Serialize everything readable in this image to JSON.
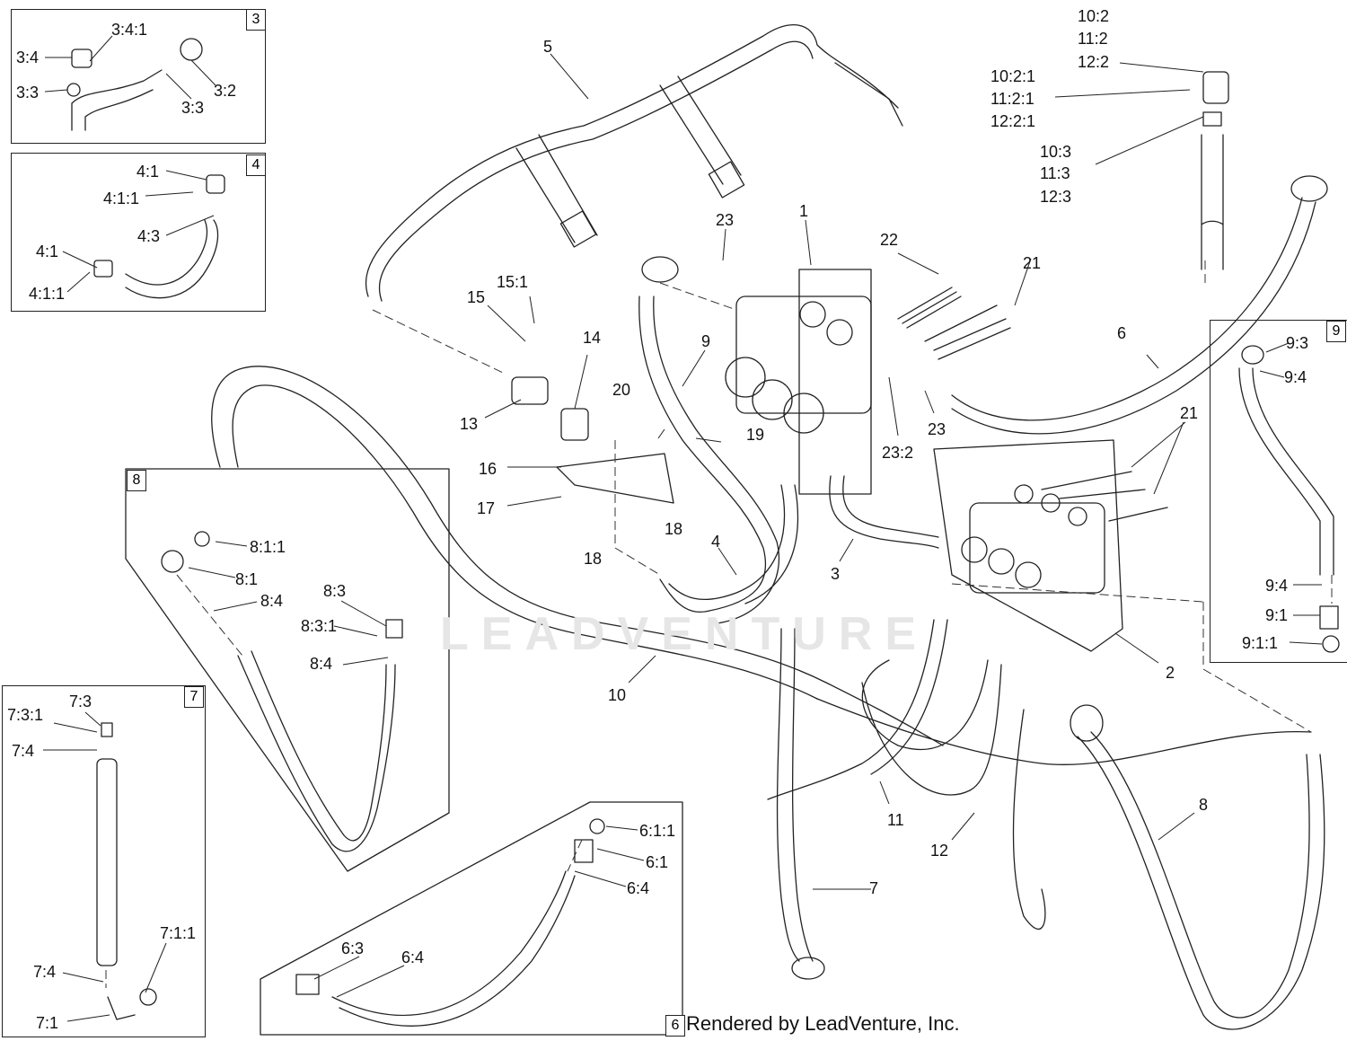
{
  "inset_numbers": {
    "b3": "3",
    "b4": "4",
    "b7": "7",
    "b8": "8",
    "b9": "9",
    "b6": "6"
  },
  "watermark": "LEADVENTURE",
  "credit": "Rendered by LeadVenture, Inc.",
  "labels": {
    "l1": "1",
    "l2": "2",
    "l3": "3",
    "l4": "4",
    "l5": "5",
    "l6": "6",
    "l7": "7",
    "l8": "8",
    "l9": "9",
    "l10": "10",
    "l11": "11",
    "l12": "12",
    "l13": "13",
    "l14": "14",
    "l15": "15",
    "l15_1": "15:1",
    "l16": "16",
    "l17": "17",
    "l18a": "18",
    "l18b": "18",
    "l19": "19",
    "l20": "20",
    "l21a": "21",
    "l21b": "21",
    "l22": "22",
    "l23a": "23",
    "l23b": "23",
    "l23_2": "23:2",
    "b3_4_1": "3:4:1",
    "b3_4": "3:4",
    "b3_3a": "3:3",
    "b3_2": "3:2",
    "b3_3b": "3:3",
    "b4_1a": "4:1",
    "b4_1_1a": "4:1:1",
    "b4_3": "4:3",
    "b4_1b": "4:1",
    "b4_1_1b": "4:1:1",
    "t10_2": "10:2",
    "t11_2": "11:2",
    "t12_2": "12:2",
    "t10_2_1": "10:2:1",
    "t11_2_1": "11:2:1",
    "t12_2_1": "12:2:1",
    "t10_3": "10:3",
    "t11_3": "11:3",
    "t12_3": "12:3",
    "b9_3": "9:3",
    "b9_4a": "9:4",
    "b9_4b": "9:4",
    "b9_1": "9:1",
    "b9_1_1": "9:1:1",
    "b8_1_1": "8:1:1",
    "b8_1": "8:1",
    "b8_4a": "8:4",
    "b8_3": "8:3",
    "b8_3_1": "8:3:1",
    "b8_4b": "8:4",
    "b7_3": "7:3",
    "b7_3_1": "7:3:1",
    "b7_4a": "7:4",
    "b7_1_1": "7:1:1",
    "b7_4b": "7:4",
    "b7_1": "7:1",
    "b6_1_1": "6:1:1",
    "b6_1": "6:1",
    "b6_4a": "6:4",
    "b6_3": "6:3",
    "b6_4b": "6:4"
  }
}
